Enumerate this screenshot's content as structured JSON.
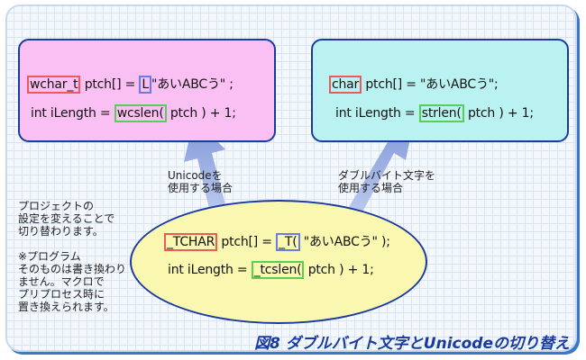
{
  "left_box": {
    "type_kw": "wchar_t",
    "decl_mid": " ptch[] = ",
    "prefix": "L",
    "literal": "\"あいABCう\" ;",
    "len_start": "int iLength = ",
    "func": "wcslen(",
    "len_end": " ptch ) + 1;"
  },
  "right_box": {
    "type_kw": "char",
    "decl_rest": " ptch[] = \"あいABCう\";",
    "len_start": "int iLength = ",
    "func": "strlen(",
    "len_end": " ptch ) + 1;"
  },
  "center": {
    "type_kw": "_TCHAR",
    "decl_mid": " ptch[] = ",
    "macro": "_T(",
    "literal": " \"あいABCう\" );",
    "len_start": "int iLength = ",
    "func": "_tcslen(",
    "len_end": " ptch ) + 1;"
  },
  "labels": {
    "unicode_line1": "Unicodeを",
    "unicode_line2": "使用する場合",
    "dbcs_line1": "ダブルバイト文字を",
    "dbcs_line2": "使用する場合"
  },
  "note": "プロジェクトの\n設定を変えることで\n切り替わります。\n\n※プログラム\nそのものは書き換わり\nません。マクロで\nプリプロセス時に\n置き換えられます。",
  "caption": "図8  ダブルバイト文字とUnicodeの切り替え",
  "colors": {
    "left_bg": "#fbc0f3",
    "right_bg": "#b9f2f1",
    "center_bg": "#f9f7b0",
    "type_border": "#ee5a5a",
    "macro_border": "#6a7be8",
    "func_border": "#55d055",
    "arrow": "#7f97d8",
    "caption": "#1a3aa0"
  }
}
